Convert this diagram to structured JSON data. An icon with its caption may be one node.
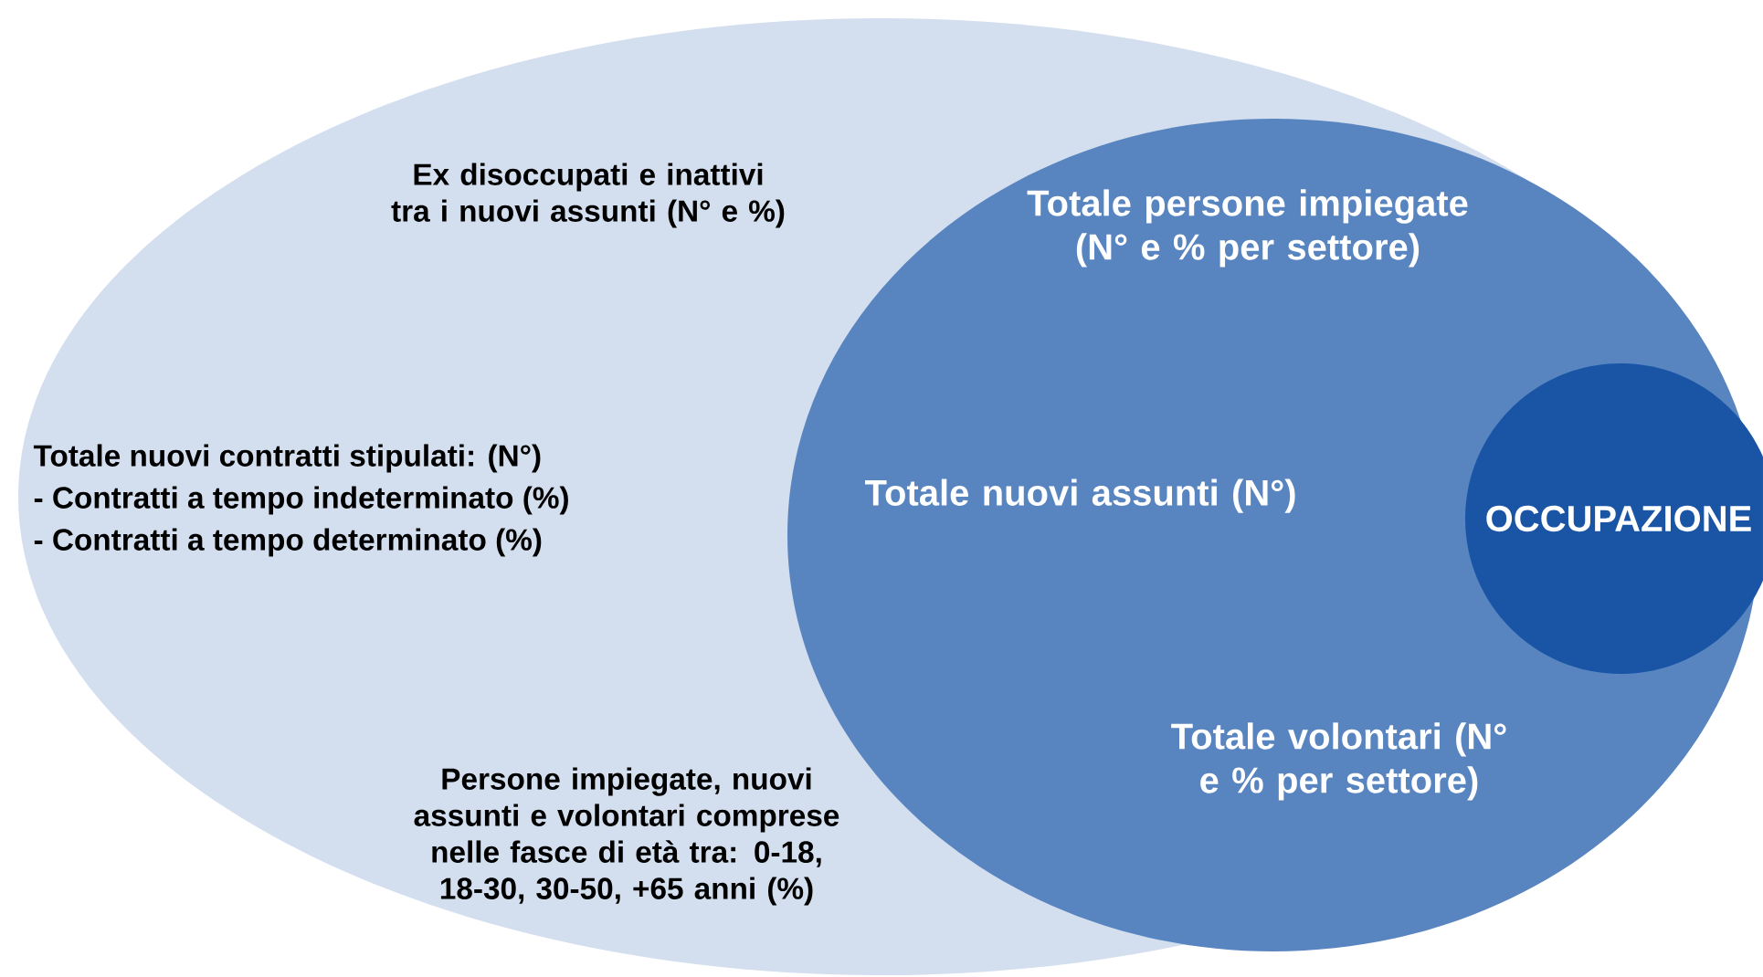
{
  "diagram": {
    "nodes": [
      {
        "text": [
          "Ex disoccupati e inattivi tra i nuovi assunti (N° e %)",
          "Totale nuovi contratti stipulati: (N°)",
          "- Contratti a tempo indeterminato (%)",
          "- Contratti a tempo determinato (%)",
          "Persone impiegate, nuovi assunti e volontari comprese nelle fasce di età tra: 0-18, 18-30, 30-50, +65 anni (%)"
        ]
      },
      {
        "text": [
          "Totale persone impiegate (N° e % per settore)",
          "Totale nuovi assunti (N°)",
          "Totale volontari (N° e % per settore)"
        ],
        "in": 0
      },
      {
        "text": [
          "OCCUPAZIONE"
        ],
        "in": 1
      }
    ],
    "edges": []
  }
}
